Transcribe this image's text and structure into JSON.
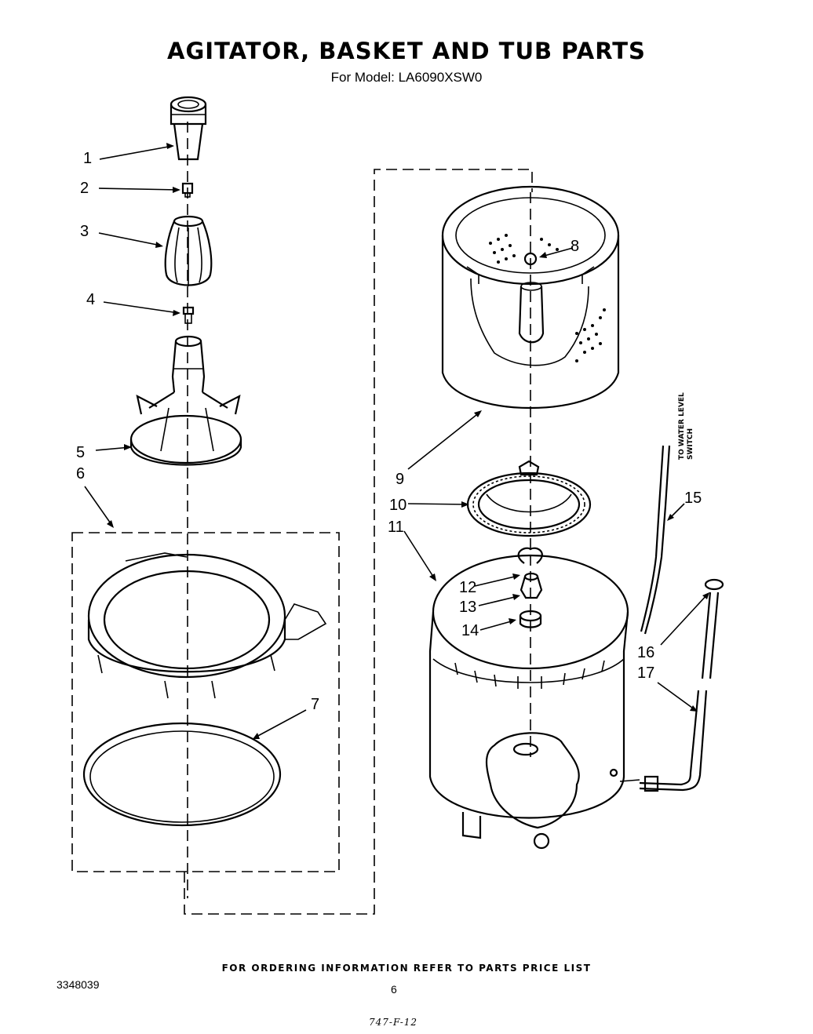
{
  "header": {
    "title": "AGITATOR, BASKET AND TUB PARTS",
    "model": "For Model: LA6090XSW0"
  },
  "side_note": {
    "line1": "TO WATER LEVEL",
    "line2": "SWITCH"
  },
  "callouts": [
    "1",
    "2",
    "3",
    "4",
    "5",
    "6",
    "7",
    "8",
    "9",
    "10",
    "11",
    "12",
    "13",
    "14",
    "15",
    "16",
    "17"
  ],
  "footer": {
    "ordering": "FOR ORDERING INFORMATION REFER TO PARTS PRICE LIST",
    "doc_number": "3348039",
    "page_number": "6",
    "handwritten": "747-F-12"
  }
}
